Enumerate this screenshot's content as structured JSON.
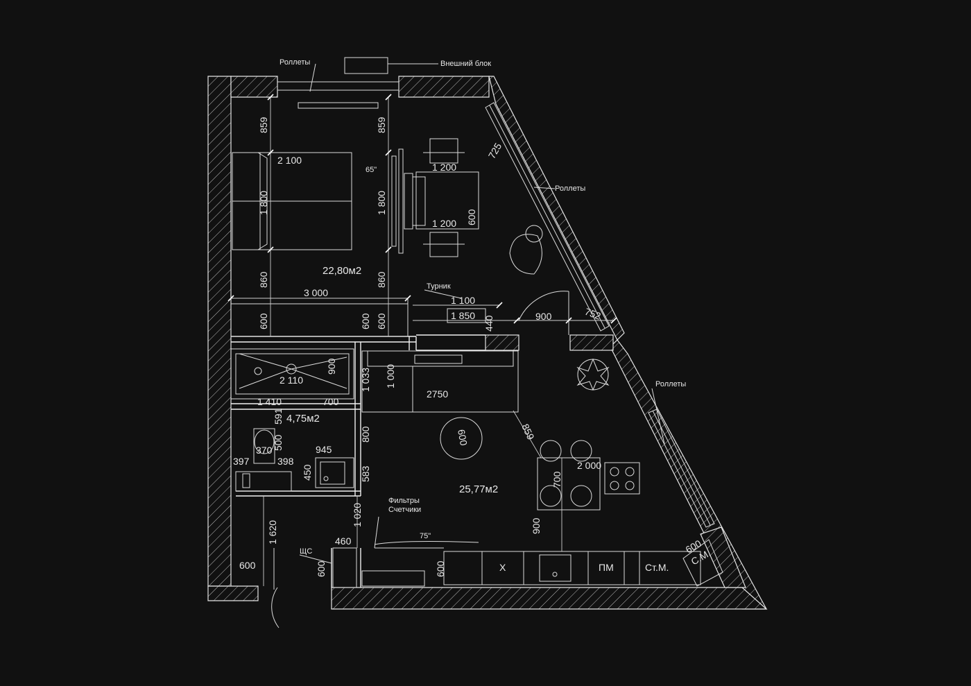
{
  "labels": {
    "rollets_top": "Роллеты",
    "outer_unit": "Внешний блок",
    "rollets_right_top": "Роллеты",
    "rollets_right_bottom": "Роллеты",
    "turnik": "Турник",
    "filters": "Фильтры",
    "meters": "Счетчики",
    "shch": "ЩС",
    "tv_65": "65\"",
    "tv_75": "75\""
  },
  "areas": {
    "bedroom": "22,80м2",
    "bathroom": "4,75м2",
    "living": "25,77м2"
  },
  "appliances": {
    "x": "Х",
    "pm": "ПМ",
    "st_m": "Ст.М.",
    "s_m": "С.М."
  },
  "dimensions": {
    "d_859_left": "859",
    "d_859_mid": "859",
    "d_2100": "2 100",
    "d_1800_left": "1 800",
    "d_1800_mid": "1 800",
    "d_1200_top": "1 200",
    "d_1200_bot": "1 200",
    "d_725": "725",
    "d_600_table": "600",
    "d_860_left": "860",
    "d_860_mid": "860",
    "d_3000": "3 000",
    "d_1100": "1 100",
    "d_1850": "1 850",
    "d_440": "440",
    "d_900_door": "900",
    "d_752": "752",
    "d_600_a": "600",
    "d_600_b": "600",
    "d_600_c": "600",
    "d_2110": "2 110",
    "d_900_bath": "900",
    "d_1033": "1 033",
    "d_1000": "1 000",
    "d_2750": "2750",
    "d_1410": "1 410",
    "d_700_bath": "700",
    "d_591": "591",
    "d_600_round": "600",
    "d_859_diag": "859",
    "d_500": "500",
    "d_370": "370",
    "d_397": "397",
    "d_398": "398",
    "d_945": "945",
    "d_800": "800",
    "d_450": "450",
    "d_583": "583",
    "d_2000": "2 000",
    "d_700_table": "700",
    "d_900_kitchen": "900",
    "d_1020": "1 020",
    "d_1620": "1 620",
    "d_460": "460",
    "d_600_hall": "600",
    "d_600_shch": "600",
    "d_600_wall": "600",
    "d_600_sm": "600"
  }
}
